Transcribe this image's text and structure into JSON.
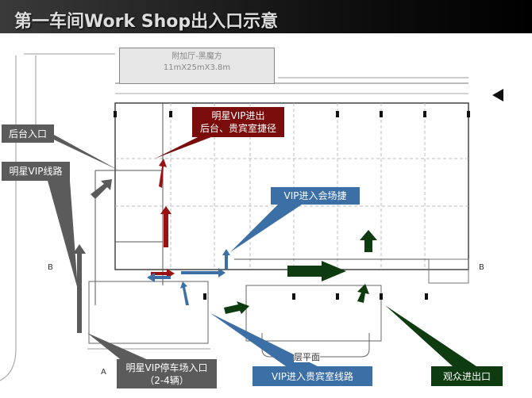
{
  "title": "第一车间Work Shop出入口示意",
  "annex": {
    "line1": "附加厅-黑魔方",
    "line2": "11mX25mX3.8m"
  },
  "labels": {
    "backstage_entrance": "后台入口",
    "star_vip_route": "明星VIP线路",
    "star_vip_shortcut_1": "明星VIP进出",
    "star_vip_shortcut_2": "后台、贵宾室捷径",
    "vip_venue_shortcut": "VIP进入会场捷",
    "star_vip_parking_1": "明星VIP停车场入口",
    "star_vip_parking_2": "（2-4辆）",
    "vip_lounge_route": "VIP进入贵宾室线路",
    "audience_entrance": "观众进出口"
  },
  "plan": {
    "section_b": "B",
    "section_a": "A",
    "plan_name": "层平面"
  },
  "colors": {
    "gray": "#5b5b5b",
    "red": "#7b0c0c",
    "blue": "#3c6fa6",
    "green": "#0e3b10"
  }
}
